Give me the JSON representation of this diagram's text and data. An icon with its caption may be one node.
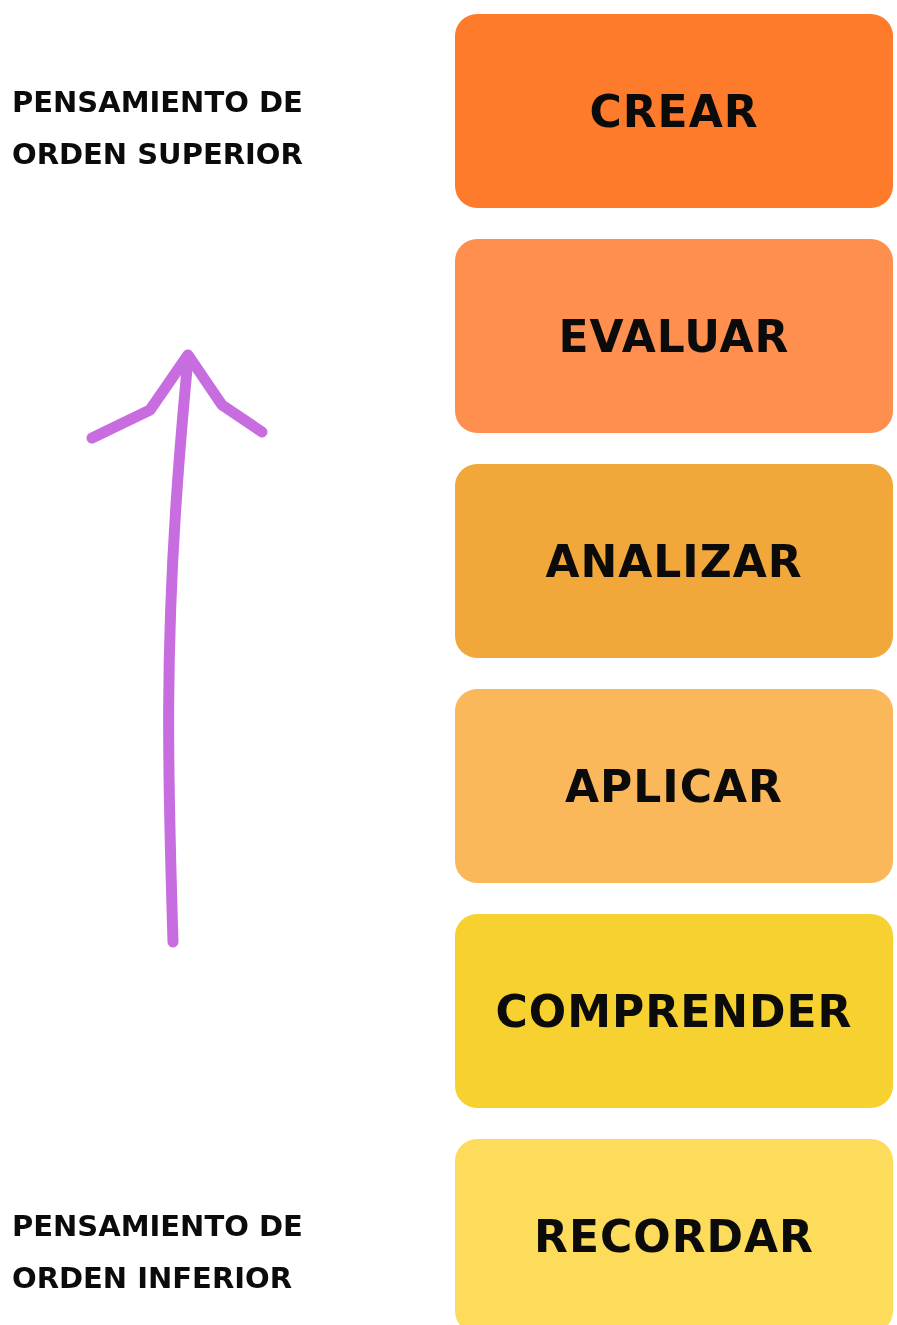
{
  "diagram": {
    "nodes": [
      {
        "text": [
          "CREAR"
        ]
      },
      {
        "text": [
          "EVALUAR"
        ]
      },
      {
        "text": [
          "ANALIZAR"
        ]
      },
      {
        "text": [
          "APLICAR"
        ]
      },
      {
        "text": [
          "COMPRENDER"
        ]
      },
      {
        "text": [
          "RECORDAR"
        ]
      }
    ],
    "labels": [
      "PENSAMIENTO DE ORDEN SUPERIOR",
      "PENSAMIENTO DE ORDEN INFERIOR"
    ]
  }
}
